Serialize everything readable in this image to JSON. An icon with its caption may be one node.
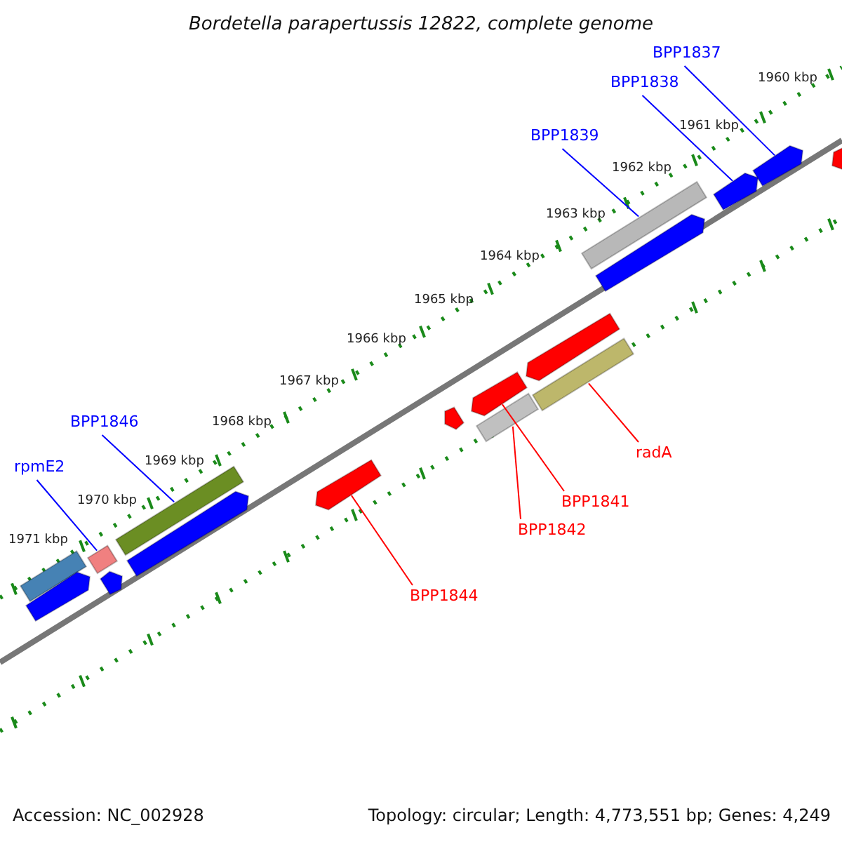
{
  "diagram": {
    "title": "Bordetella parapertussis 12822, complete genome",
    "nodes": [
      {
        "text": [
          "BPP1837"
        ]
      },
      {
        "text": [
          "BPP1838"
        ]
      },
      {
        "text": [
          "BPP1839"
        ]
      },
      {
        "text": [
          "BPP1846"
        ]
      },
      {
        "text": [
          "rpmE2"
        ]
      },
      {
        "text": [
          "radA"
        ]
      },
      {
        "text": [
          "BPP1841"
        ]
      },
      {
        "text": [
          "BPP1842"
        ]
      },
      {
        "text": [
          "BPP1844"
        ]
      },
      {
        "text": [],
        "shape": "bar"
      },
      {
        "text": [],
        "shape": "arrow"
      },
      {
        "text": [],
        "shape": "bar"
      },
      {
        "text": [],
        "shape": "arrow"
      },
      {
        "text": [],
        "shape": "bar"
      },
      {
        "text": [],
        "shape": "arrow"
      },
      {
        "text": [],
        "shape": "arrow"
      },
      {
        "text": [],
        "shape": "arrow"
      },
      {
        "text": [],
        "shape": "arrow"
      },
      {
        "text": [],
        "shape": "arrow"
      },
      {
        "text": [],
        "shape": "bar"
      },
      {
        "text": [],
        "shape": "bar"
      },
      {
        "text": [],
        "shape": "bar"
      },
      {
        "text": [],
        "shape": "arrow"
      },
      {
        "text": [],
        "shape": "arrow"
      },
      {
        "text": [],
        "shape": "arrow"
      },
      {
        "text": [],
        "shape": "arrow"
      }
    ],
    "edges": [
      {
        "from": 0,
        "to": 24,
        "arrow": "none"
      },
      {
        "from": 1,
        "to": 23,
        "arrow": "none"
      },
      {
        "from": 2,
        "to": 21,
        "arrow": "none"
      },
      {
        "from": 3,
        "to": 13,
        "arrow": "none"
      },
      {
        "from": 4,
        "to": 11,
        "arrow": "none"
      },
      {
        "from": 5,
        "to": 20,
        "arrow": "none",
        "color": "#ff0000"
      },
      {
        "from": 6,
        "to": 17,
        "arrow": "none",
        "color": "#ff0000"
      },
      {
        "from": 7,
        "to": 19,
        "arrow": "none",
        "color": "#ff0000"
      },
      {
        "from": 8,
        "to": 15,
        "arrow": "none",
        "color": "#ff0000"
      }
    ],
    "labels": [
      "1960 kbp",
      "1961 kbp",
      "1962 kbp",
      "1963 kbp",
      "1964 kbp",
      "1965 kbp",
      "1966 kbp",
      "1967 kbp",
      "1968 kbp",
      "1969 kbp",
      "1970 kbp",
      "1971 kbp",
      "Accession: NC_002928",
      "Topology: circular; Length: 4,773,551 bp; Genes: 4,249"
    ]
  }
}
